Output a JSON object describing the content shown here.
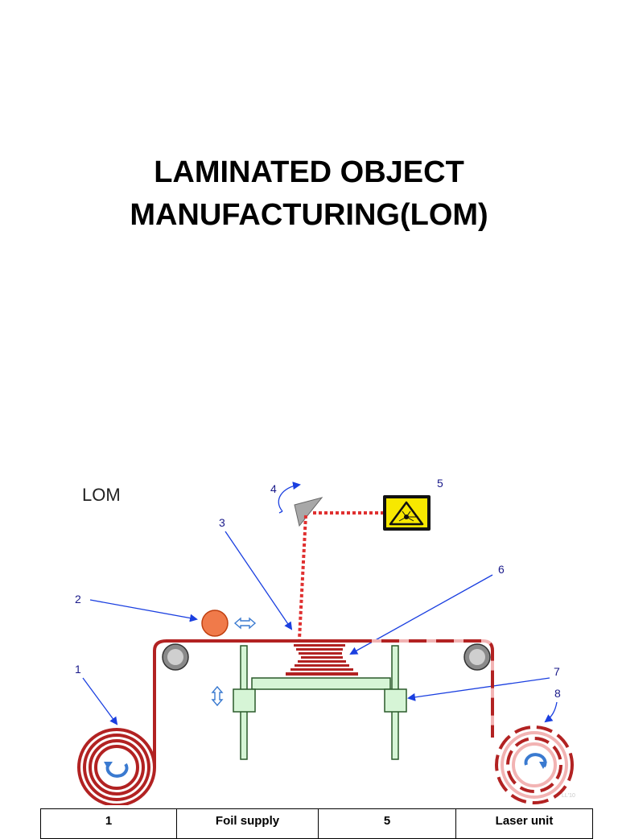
{
  "title": {
    "line1": "LAMINATED OBJECT",
    "line2": "MANUFACTURING(LOM)"
  },
  "diagram": {
    "heading": "LOM",
    "callouts": [
      "1",
      "2",
      "3",
      "4",
      "5",
      "6",
      "7",
      "8"
    ],
    "watermark": "LL'10",
    "colors": {
      "foil": "#b22222",
      "foil_light": "#f2b3b3",
      "laser_beam": "#e03030",
      "platform": "#d6f5d6",
      "outline": "#2a5a2a",
      "arrow": "#1a3fe0",
      "heater": "#f07a4a",
      "laser_box": "#f7e800"
    }
  },
  "legend": {
    "rows": [
      [
        "1",
        "Foil supply",
        "5",
        "Laser unit"
      ]
    ]
  }
}
